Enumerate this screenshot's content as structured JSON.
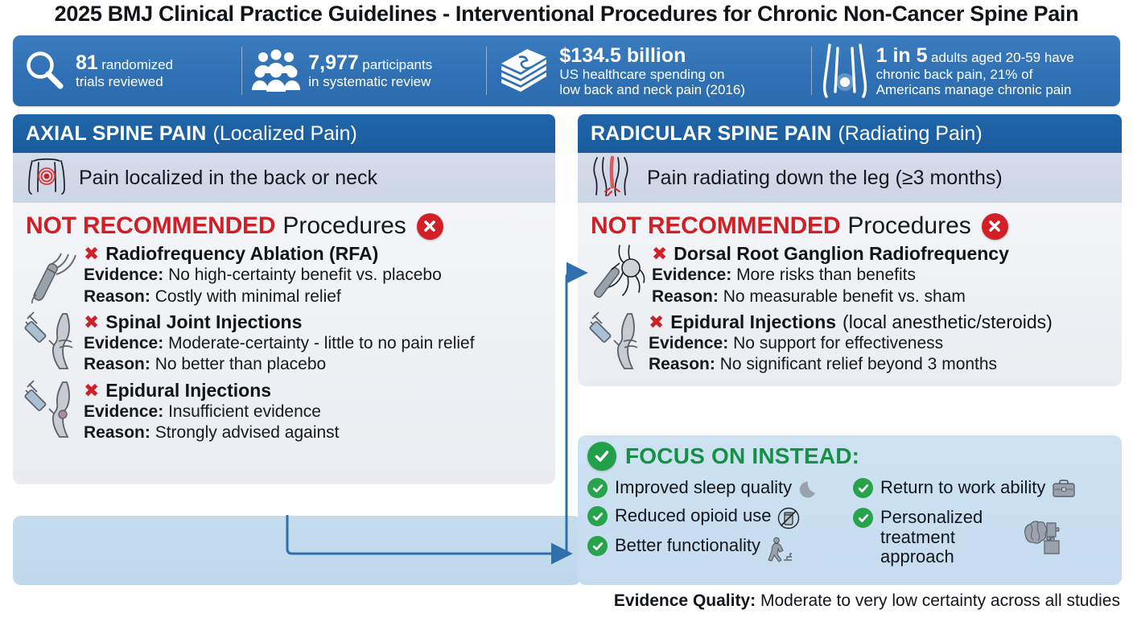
{
  "title": "2025 BMJ Clinical Practice Guidelines - Interventional Procedures for Chronic Non-Cancer Spine Pain",
  "colors": {
    "brand_blue": "#2f71b4",
    "header_blue": "#1a5b9c",
    "alert_red": "#ce2026",
    "success_green": "#1fa049",
    "subbar": "#d0d8e8",
    "card_gray": "#eff1f5",
    "focus_blue": "#c9dff0"
  },
  "stats": [
    {
      "icon": "magnifier-icon",
      "value": "81",
      "text_line1": "randomized",
      "text_line2": "trials reviewed"
    },
    {
      "icon": "people-group-icon",
      "value": "7,977",
      "text_line1": "participants",
      "text_line2": "in systematic review"
    },
    {
      "icon": "money-stack-icon",
      "value": "$134.5 billion",
      "text_line1": "US healthcare spending on",
      "text_line2": "low back and neck pain (2016)"
    },
    {
      "icon": "torso-pain-icon",
      "value": "1 in 5",
      "text_line1": "adults aged 20-59 have",
      "text_line2": "chronic back pain, 21% of",
      "text_line3": "Americans manage chronic pain"
    }
  ],
  "axial": {
    "header_bold": "AXIAL SPINE PAIN",
    "header_regular": "(Localized Pain)",
    "subtitle_icon": "back-pain-localized-icon",
    "subtitle": "Pain localized in the back or neck",
    "section_red": "NOT RECOMMENDED",
    "section_black": "Procedures",
    "section_badge": "x-circle-icon",
    "procedures": [
      {
        "icon": "rf-probe-icon",
        "name": "Radiofrequency Ablation (RFA)",
        "name_paren": "",
        "evidence_label": "Evidence:",
        "evidence": "No high-certainty benefit vs. placebo",
        "reason_label": "Reason:",
        "reason": "Costly with minimal relief"
      },
      {
        "icon": "syringe-joint-icon",
        "name": "Spinal Joint Injections",
        "name_paren": "",
        "evidence_label": "Evidence:",
        "evidence": "Moderate-certainty - little to no pain relief",
        "reason_label": "Reason:",
        "reason": "No better than placebo"
      },
      {
        "icon": "syringe-epidural-icon",
        "name": "Epidural Injections",
        "name_paren": "",
        "evidence_label": "Evidence:",
        "evidence": "Insufficient evidence",
        "reason_label": "Reason:",
        "reason": "Strongly advised against"
      }
    ]
  },
  "radicular": {
    "header_bold": "RADICULAR SPINE PAIN",
    "header_regular": "(Radiating Pain)",
    "subtitle_icon": "leg-radiating-pain-icon",
    "subtitle": "Pain radiating down the leg (≥3 months)",
    "section_red": "NOT RECOMMENDED",
    "section_black": "Procedures",
    "section_badge": "x-circle-icon",
    "procedures": [
      {
        "icon": "dorsal-root-ganglion-icon",
        "name": "Dorsal Root Ganglion Radiofrequency",
        "name_paren": "",
        "evidence_label": "Evidence:",
        "evidence": "More risks than benefits",
        "reason_label": "Reason:",
        "reason": "No measurable benefit vs. sham"
      },
      {
        "icon": "syringe-joint-icon",
        "name": "Epidural Injections",
        "name_paren": "(local anesthetic/steroids)",
        "evidence_label": "Evidence:",
        "evidence": "No support for effectiveness",
        "reason_label": "Reason:",
        "reason": "No significant relief beyond 3 months"
      }
    ]
  },
  "focus": {
    "header_icon": "check-circle-icon",
    "header": "FOCUS ON INSTEAD:",
    "column_left": [
      {
        "label": "Improved sleep quality",
        "icon": "moon-icon"
      },
      {
        "label": "Reduced opioid use",
        "icon": "no-pills-icon"
      },
      {
        "label": "Better functionality",
        "icon": "person-stairs-icon"
      }
    ],
    "column_right": [
      {
        "label": "Return to work ability",
        "icon": "briefcase-icon"
      },
      {
        "label": "Personalized treatment approach",
        "icon": "brain-puzzle-icon"
      }
    ]
  },
  "footer": {
    "label": "Evidence Quality:",
    "text": "Moderate to very low certainty across all studies"
  }
}
